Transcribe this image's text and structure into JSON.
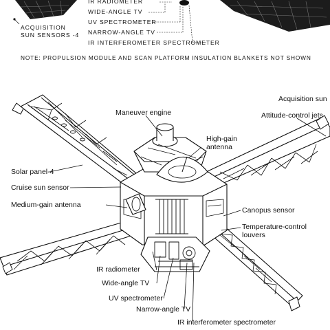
{
  "top_inset": {
    "left_labels": [
      "ACQUISITION",
      "SUN SENSORS -4"
    ],
    "center_labels": [
      "IR RADIOMETER",
      "WIDE-ANGLE TV",
      "UV SPECTROMETER",
      "NARROW-ANGLE TV",
      "IR INTERFEROMETER SPECTROMETER"
    ]
  },
  "note": "NOTE: PROPULSION MODULE AND SCAN PLATFORM INSULATION BLANKETS NOT SHOWN",
  "callouts": {
    "maneuver_engine": "Maneuver engine",
    "acquisition_sun": "Acquisition sun",
    "attitude_control_jets": "Attitude-control jets",
    "high_gain_antenna": [
      "High-gain",
      "antenna"
    ],
    "solar_panel": "Solar panel-4",
    "cruise_sun_sensor": "Cruise sun sensor",
    "medium_gain_antenna": "Medium-gain antenna",
    "canopus_sensor": "Canopus sensor",
    "temperature_control_louvers": [
      "Temperature-control",
      "louvers"
    ],
    "ir_radiometer": "IR radiometer",
    "wide_angle_tv": "Wide-angle TV",
    "uv_spectrometer": "UV spectrometer",
    "narrow_angle_tv": "Narrow-angle TV",
    "ir_interferometer_spectrometer": "IR interferometer spectrometer"
  }
}
